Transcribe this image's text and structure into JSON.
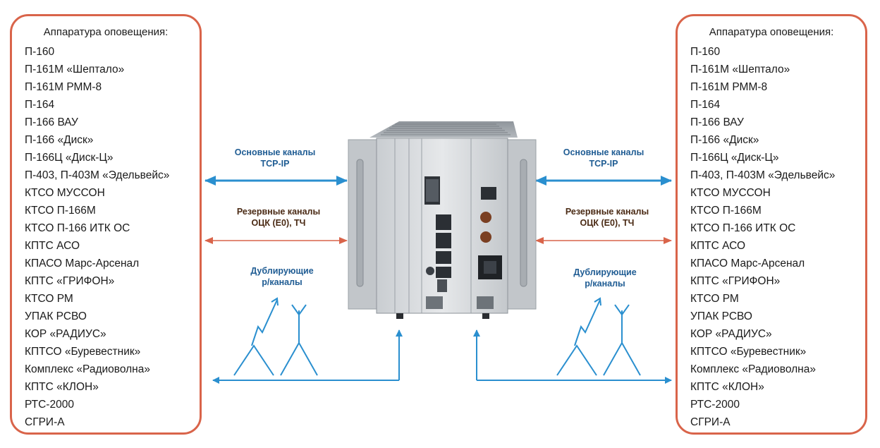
{
  "left_panel": {
    "title": "Аппаратура оповещения:",
    "items": [
      "П-160",
      "П-161М «Шептало»",
      "П-161М РММ-8",
      "П-164",
      "П-166 ВАУ",
      "П-166 «Диск»",
      "П-166Ц «Диск-Ц»",
      "П-403, П-403М «Эдельвейс»",
      "КТСО МУССОН",
      "КТСО П-166М",
      "КТСО П-166 ИТК ОС",
      "КПТС АСО",
      "КПАСО Марс-Арсенал",
      "КПТС «ГРИФОН»",
      "КТСО РМ",
      "УПАК РСВО",
      "КОР «РАДИУС»",
      "КПТСО «Буревестник»",
      "Комплекс «Радиоволна»",
      "КПТС «КЛОН»",
      "РТС-2000",
      "СГРИ-А"
    ]
  },
  "right_panel": {
    "title": "Аппаратура оповещения:",
    "items": [
      "П-160",
      "П-161М «Шептало»",
      "П-161М РММ-8",
      "П-164",
      "П-166 ВАУ",
      "П-166 «Диск»",
      "П-166Ц «Диск-Ц»",
      "П-403, П-403М «Эдельвейс»",
      "КТСО МУССОН",
      "КТСО П-166М",
      "КТСО П-166 ИТК ОС",
      "КПТС АСО",
      "КПАСО Марс-Арсенал",
      "КПТС «ГРИФОН»",
      "КТСО РМ",
      "УПАК РСВО",
      "КОР «РАДИУС»",
      "КПТСО «Буревестник»",
      "Комплекс «Радиоволна»",
      "КПТС «КЛОН»",
      "РТС-2000",
      "СГРИ-А"
    ]
  },
  "channels": {
    "main": {
      "line1": "Основные каналы",
      "line2": "TCP-IP"
    },
    "reserve": {
      "line1": "Резервные каналы",
      "line2": "ОЦК (Е0), ТЧ"
    },
    "duplicate": {
      "line1": "Дублирующие",
      "line2": "р/каналы"
    }
  },
  "colors": {
    "panel_border": "#d9644a",
    "main_arrow": "#2a8fcf",
    "reserve_arrow": "#d9644a",
    "text_blue": "#1f5c93"
  }
}
